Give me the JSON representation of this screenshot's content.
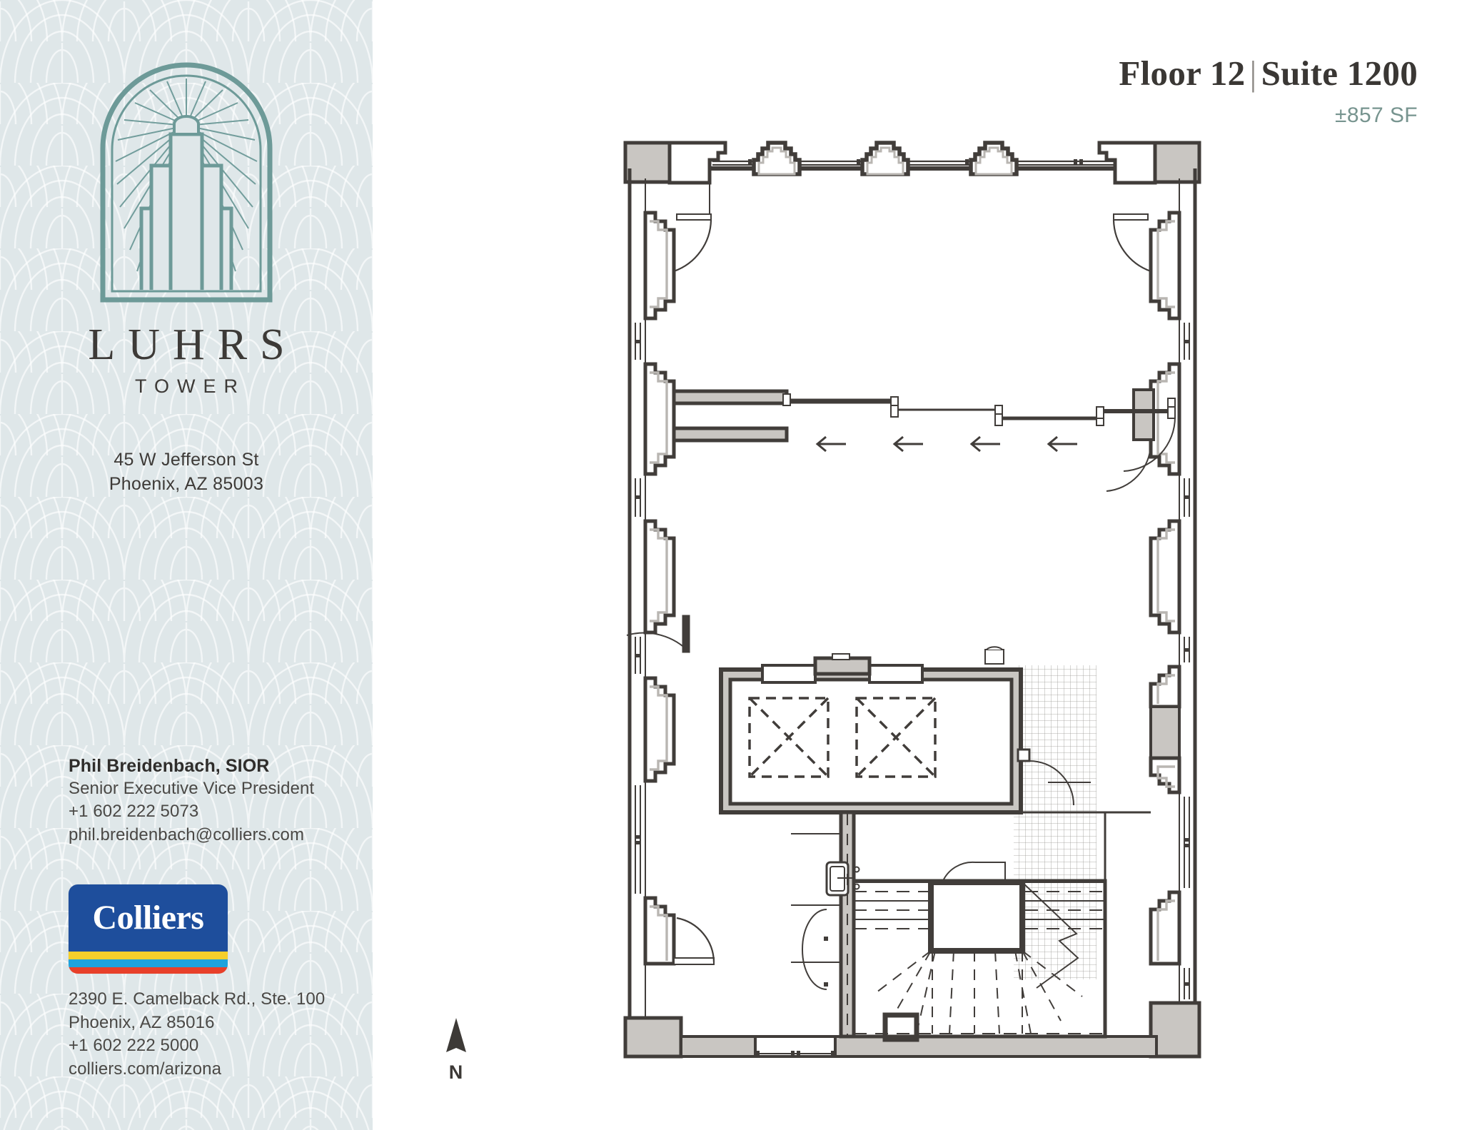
{
  "document": {
    "type": "floor-plan-flyer",
    "page_background": "#ffffff"
  },
  "colors": {
    "sidebar_background": "#dfe7e9",
    "accent_teal": "#77948f",
    "logo_teal": "#6d9a98",
    "ink": "#3d3a37",
    "wall_dark": "#413d3a",
    "wall_fill_gray": "#c9c6c2",
    "colliers_blue": "#1e4e9c",
    "colliers_yellow": "#f6cf2b",
    "colliers_cyan": "#1fa3dd",
    "colliers_red": "#e8402a"
  },
  "sidebar": {
    "logo": {
      "icon_name": "luhrs-tower-arch-sunburst-logo",
      "wordmark": "LUHRS",
      "sub_wordmark": "TOWER"
    },
    "building_address": {
      "line1": "45 W Jefferson St",
      "line2": "Phoenix, AZ 85003"
    },
    "broker": {
      "name": "Phil Breidenbach, SIOR",
      "title": "Senior Executive Vice President",
      "phone": "+1 602 222 5073",
      "email": "phil.breidenbach@colliers.com"
    },
    "brand_logo": {
      "icon_name": "colliers-logo",
      "wordmark": "Colliers"
    },
    "office_address": {
      "line1": "2390 E. Camelback Rd., Ste. 100",
      "line2": "Phoenix, AZ 85016",
      "line3": "+1 602 222 5000",
      "line4": "colliers.com/arizona"
    }
  },
  "header": {
    "floor_label": "Floor 12",
    "separator": "|",
    "suite_label": "Suite 1200",
    "area": "±857 SF"
  },
  "compass": {
    "icon_name": "north-arrow-icon",
    "label": "N"
  },
  "floorplan": {
    "description": "Art-deco tower floor plate with stepped pilasters, perimeter window bays, central elevator core with two shafts, tiled lobby, and winder stairwell.",
    "features": [
      {
        "name": "elevator-shaft-1",
        "type": "elevator",
        "marking": "X"
      },
      {
        "name": "elevator-shaft-2",
        "type": "elevator",
        "marking": "X"
      },
      {
        "name": "stairwell",
        "type": "stairs"
      },
      {
        "name": "tiled-lobby",
        "type": "tile-hatch"
      },
      {
        "name": "operable-partition-track",
        "type": "partition",
        "arrow_count": 4,
        "arrow_direction": "left"
      },
      {
        "name": "entry-door-top-left",
        "type": "door-swing"
      },
      {
        "name": "entry-door-top-right",
        "type": "door-swing"
      },
      {
        "name": "door-mid-right",
        "type": "door-swing"
      },
      {
        "name": "door-mid-left",
        "type": "door-swing"
      },
      {
        "name": "door-bottom-left",
        "type": "door-swing"
      },
      {
        "name": "door-core-right",
        "type": "door-swing"
      }
    ]
  }
}
